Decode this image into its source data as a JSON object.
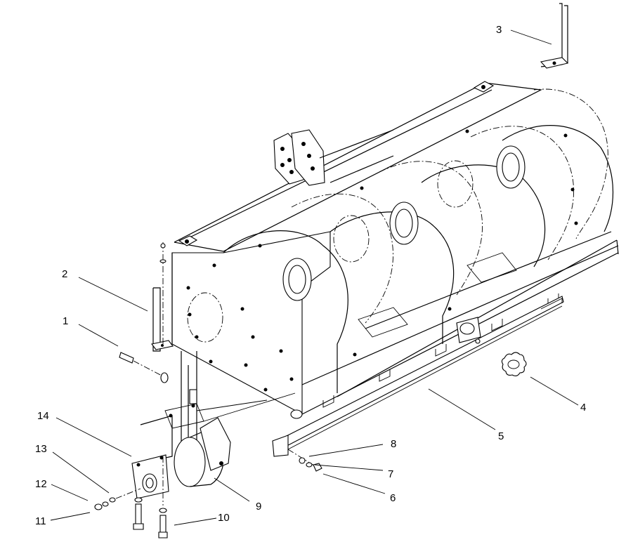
{
  "diagram": {
    "callouts": [
      {
        "id": "c1",
        "number": "1"
      },
      {
        "id": "c2",
        "number": "2"
      },
      {
        "id": "c3",
        "number": "3"
      },
      {
        "id": "c4",
        "number": "4"
      },
      {
        "id": "c5",
        "number": "5"
      },
      {
        "id": "c6",
        "number": "6"
      },
      {
        "id": "c7",
        "number": "7"
      },
      {
        "id": "c8",
        "number": "8"
      },
      {
        "id": "c9",
        "number": "9"
      },
      {
        "id": "c10",
        "number": "10"
      },
      {
        "id": "c11",
        "number": "11"
      },
      {
        "id": "c12",
        "number": "12"
      },
      {
        "id": "c13",
        "number": "13"
      },
      {
        "id": "c14",
        "number": "14"
      }
    ],
    "colors": {
      "line": "#000000",
      "background": "#ffffff"
    }
  }
}
